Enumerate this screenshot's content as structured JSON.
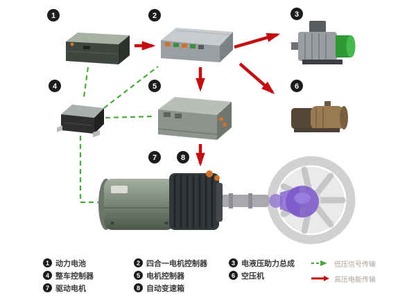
{
  "components": [
    {
      "num": "1",
      "label": "动力电池"
    },
    {
      "num": "2",
      "label": "四合一电机控制器"
    },
    {
      "num": "3",
      "label": "电液压助力总成"
    },
    {
      "num": "4",
      "label": "整车控制器"
    },
    {
      "num": "5",
      "label": "电机控制器"
    },
    {
      "num": "6",
      "label": "空压机"
    },
    {
      "num": "7",
      "label": "驱动电机"
    },
    {
      "num": "8",
      "label": "自动变速箱"
    }
  ],
  "legend": {
    "low_voltage_label": "低压信号传输",
    "high_voltage_label": "高压电能传输"
  },
  "colors": {
    "arrow_red": "#c40d10",
    "signal_green": "#4aa93c",
    "badge": "#1c1c1c",
    "motor_green_part": "#2f9a35",
    "transmission_purple": "#7b57c9"
  }
}
